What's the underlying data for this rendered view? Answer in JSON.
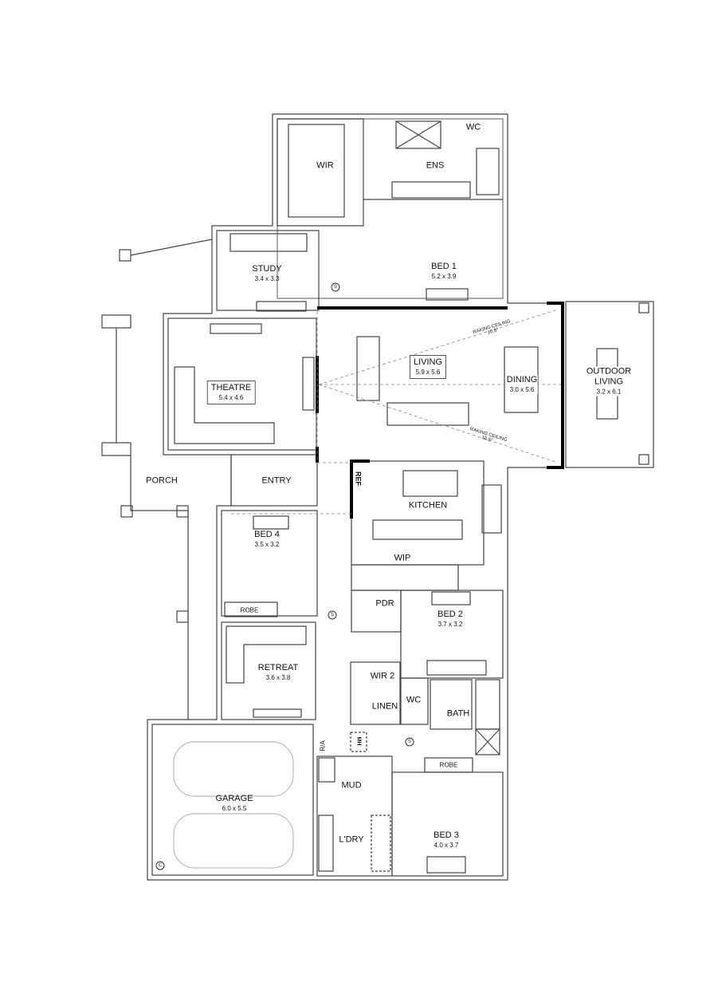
{
  "rooms": [
    {
      "name": "WIR",
      "dim": ""
    },
    {
      "name": "ENS",
      "dim": ""
    },
    {
      "name": "WC",
      "dim": ""
    },
    {
      "name": "STUDY",
      "dim": "3.4 x 3.3"
    },
    {
      "name": "BED 1",
      "dim": "5.2 x 3.9"
    },
    {
      "name": "THEATRE",
      "dim": "5.4 x 4.6"
    },
    {
      "name": "LIVING",
      "dim": "5.9 x 5.6"
    },
    {
      "name": "DINING",
      "dim": "3.0 x 5.6"
    },
    {
      "name": "OUTDOOR LIVING",
      "dim": "3.2 x 6.1"
    },
    {
      "name": "PORCH",
      "dim": ""
    },
    {
      "name": "ENTRY",
      "dim": ""
    },
    {
      "name": "KITCHEN",
      "dim": ""
    },
    {
      "name": "REF",
      "dim": ""
    },
    {
      "name": "BED 4",
      "dim": "3.5 x 3.2"
    },
    {
      "name": "WIP",
      "dim": ""
    },
    {
      "name": "ROBE",
      "dim": ""
    },
    {
      "name": "PDR",
      "dim": ""
    },
    {
      "name": "BED 2",
      "dim": "3.7 x 3.2"
    },
    {
      "name": "RETREAT",
      "dim": "3.6 x 3.8"
    },
    {
      "name": "WIR 2",
      "dim": ""
    },
    {
      "name": "WC",
      "dim": ""
    },
    {
      "name": "LINEN",
      "dim": ""
    },
    {
      "name": "BATH",
      "dim": ""
    },
    {
      "name": "MH",
      "dim": ""
    },
    {
      "name": "R/A",
      "dim": ""
    },
    {
      "name": "ROBE",
      "dim": ""
    },
    {
      "name": "GARAGE",
      "dim": "6.0 x 5.5"
    },
    {
      "name": "MUD",
      "dim": ""
    },
    {
      "name": "L'DRY",
      "dim": ""
    },
    {
      "name": "BED 3",
      "dim": "4.0 x 3.7"
    }
  ],
  "annotations": {
    "raking_top": "RAKING CEILING",
    "raking_top_height": "10.5°",
    "raking_bottom": "RAKING CEILING",
    "raking_bottom_height": "10.5°",
    "smoke_symbol": "S",
    "c_symbol": "C"
  }
}
